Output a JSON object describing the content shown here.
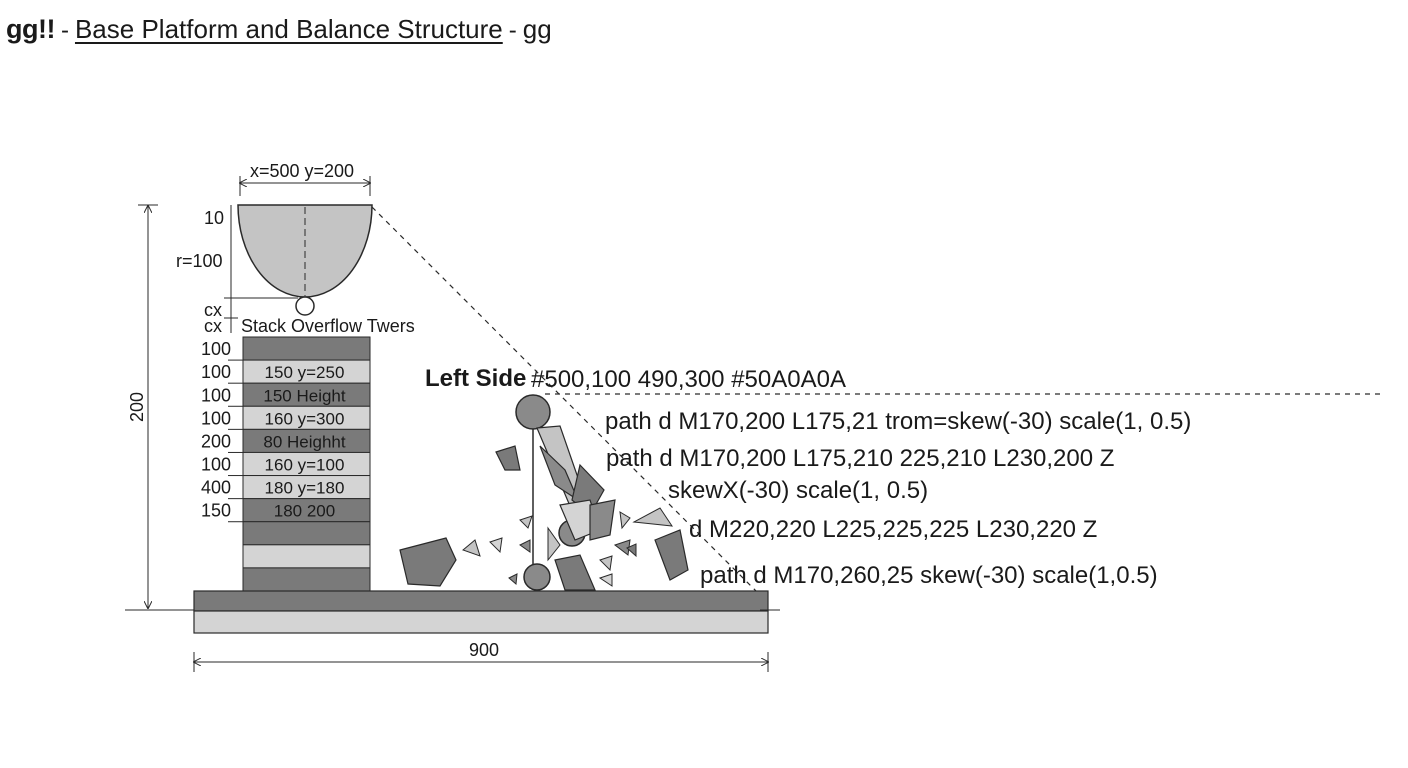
{
  "header": {
    "brand": "gg!!",
    "separator_1": "-",
    "title": "Base Platform and Balance Structure",
    "separator_2": "-",
    "tail": "gg"
  },
  "diagram": {
    "top_dim_label": "x=500 y=200",
    "left_dim_label": "200",
    "bottom_dim_label": "900",
    "bowl_label_top": "10",
    "bowl_label_radius": "r=100",
    "cx_label_1": "cx",
    "cx_label_2": "cx",
    "stack_title": "Stack Overflow Twers",
    "rows": [
      {
        "left": "100",
        "bar": "",
        "shade": "dark"
      },
      {
        "left": "100",
        "bar": "150 y=250",
        "shade": "light"
      },
      {
        "left": "100",
        "bar": "150 Height",
        "shade": "dark"
      },
      {
        "left": "100",
        "bar": "160 y=300",
        "shade": "light"
      },
      {
        "left": "200",
        "bar": "80 Heighht",
        "shade": "dark"
      },
      {
        "left": "100",
        "bar": "160 y=100",
        "shade": "light"
      },
      {
        "left": "400",
        "bar": "180 y=180",
        "shade": "light"
      },
      {
        "left": "150",
        "bar": "180 200",
        "shade": "dark"
      },
      {
        "left": "",
        "bar": "",
        "shade": "dark"
      },
      {
        "left": "",
        "bar": "",
        "shade": "light"
      },
      {
        "left": "",
        "bar": "",
        "shade": "dark"
      }
    ],
    "left_side_label": "Left Side",
    "color_note": "#500,100 490,300 #50A0A0A",
    "notes": [
      "path d M170,200 L175,21 trom=skew(-30) scale(1, 0.5)",
      "path d M170,200 L175,210 225,210 L230,200 Z",
      "skewX(-30) scale(1, 0.5)",
      "d M220,220 L225,225,225 L230,220 Z",
      "path d M170,260,25 skew(-30) scale(1,0.5)"
    ]
  },
  "colors": {
    "dark_fill": "#7a7a7a",
    "light_fill": "#d4d4d4",
    "mid_fill": "#a9a9a9",
    "bowl_fill": "#c4c4c4",
    "stroke": "#2a2a2a"
  }
}
